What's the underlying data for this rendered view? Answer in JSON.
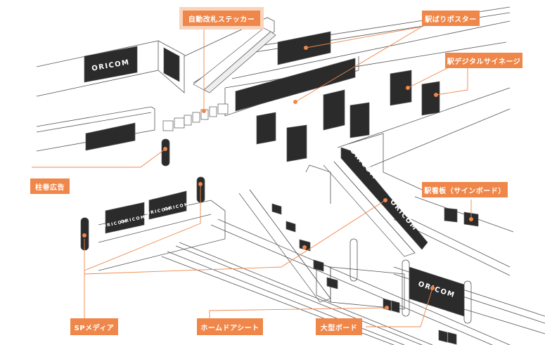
{
  "diagram": {
    "title": "Station advertising media map",
    "brand_text": "ORICOM",
    "colors": {
      "accent": "#f0874a",
      "accent_light": "#f9d4bd",
      "ad_panel": "#2b2b2b",
      "line": "#444444",
      "background": "#ffffff"
    },
    "labels": [
      {
        "id": "auto-gate-sticker",
        "text": "自動改札ステッカー",
        "highlighted": true
      },
      {
        "id": "station-poster",
        "text": "駅ばりポスター",
        "highlighted": false
      },
      {
        "id": "digital-signage",
        "text": "駅デジタルサイネージ",
        "highlighted": false
      },
      {
        "id": "pillar-ad",
        "text": "柱巻広告",
        "highlighted": false
      },
      {
        "id": "sign-board",
        "text": "駅看板（サインボード）",
        "highlighted": false
      },
      {
        "id": "sp-media",
        "text": "SPメディア",
        "highlighted": false
      },
      {
        "id": "platform-door-sheet",
        "text": "ホームドアシート",
        "highlighted": false
      },
      {
        "id": "large-board",
        "text": "大型ボード",
        "highlighted": false
      }
    ]
  }
}
